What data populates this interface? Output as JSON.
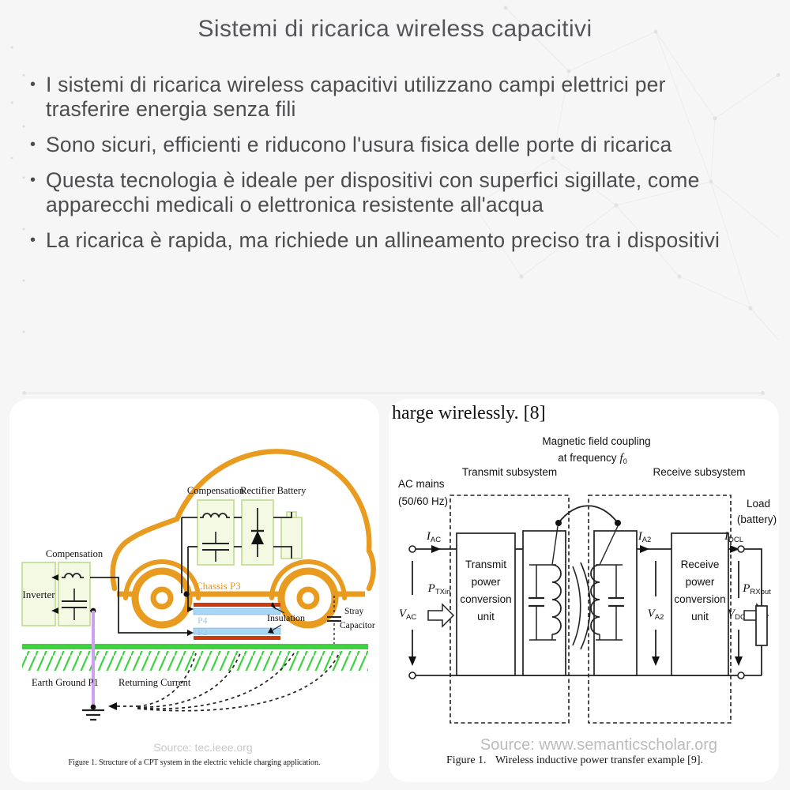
{
  "slide": {
    "title": "Sistemi di ricarica wireless capacitivi",
    "bullets": [
      "I sistemi di ricarica wireless capacitivi utilizzano campi elettrici per trasferire energia senza fili",
      "Sono sicuri, efficienti e riducono l'usura fisica delle porte di ricarica",
      "Questa tecnologia è ideale per dispositivi con superfici sigillate, come apparecchi medicali o elettronica resistente all'acqua",
      "La ricarica è rapida, ma richiede un allineamento preciso tra i dispositivi"
    ]
  },
  "left_figure": {
    "labels": {
      "compensation_ground": "Compensation",
      "inverter": "Inverter",
      "compensation_vehicle": "Compensation",
      "rectifier": "Rectifier",
      "battery": "Battery",
      "chassis_p3": "Chassis P3",
      "plate_p4": "P4",
      "plate_p2": "P2",
      "insulation": "Insulation",
      "stray_line1": "Stray",
      "stray_line2": "Capacitor",
      "earth_ground": "Earth Ground P1",
      "returning_current": "Returning Current"
    },
    "watermark": "Source: tec.ieee.org",
    "caption": "Figure 1. Structure of a CPT system in the electric vehicle charging application."
  },
  "right_figure": {
    "header_fragment": "harge wirelessly. [8]",
    "labels": {
      "coupling_line1": "Magnetic field coupling",
      "coupling_line2": "at frequency",
      "coupling_freq_symbol": "f",
      "coupling_freq_sub": "0",
      "transmit_subsystem": "Transmit subsystem",
      "receive_subsystem": "Receive subsystem",
      "ac_mains_line1": "AC mains",
      "ac_mains_line2": "(50/60 Hz)",
      "load_line1": "Load",
      "load_line2": "(battery)"
    },
    "tx_unit_lines": [
      "Transmit",
      "power",
      "conversion",
      "unit"
    ],
    "rx_unit_lines": [
      "Receive",
      "power",
      "conversion",
      "unit"
    ],
    "quantities": {
      "i_ac": {
        "sym": "I",
        "sub": "AC"
      },
      "p_txin": {
        "sym": "P",
        "sub": "TXin"
      },
      "v_ac": {
        "sym": "V",
        "sub": "AC"
      },
      "i_a2": {
        "sym": "I",
        "sub": "A2"
      },
      "v_a2": {
        "sym": "V",
        "sub": "A2"
      },
      "i_dcl": {
        "sym": "I",
        "sub": "DCL"
      },
      "v_dcl": {
        "sym": "V",
        "sub": "DCL"
      },
      "p_rxout": {
        "sym": "P",
        "sub": "RXout"
      }
    },
    "watermark": "Source: www.semanticscholar.org",
    "caption_prefix": "Figure 1.",
    "caption_main": "Wireless inductive power transfer example [9]."
  },
  "colors": {
    "accent_orange": "#e89b1e",
    "box_fill": "#f3f9e3",
    "box_border": "#bfda8e",
    "ground_green": "#3fd23f",
    "return_purple": "#cf9ff0",
    "plate_red": "#cc3a10",
    "plate_blue": "#a8d7f5"
  }
}
